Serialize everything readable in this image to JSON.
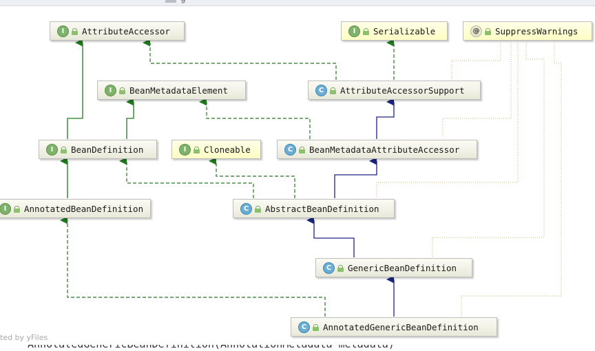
{
  "window": {
    "topbar_text": "g"
  },
  "diagram": {
    "nodes": {
      "attribute_accessor": {
        "label": "AttributeAccessor",
        "kind": "interface",
        "icon": "interface-icon"
      },
      "serializable": {
        "label": "Serializable",
        "kind": "interface",
        "icon": "interface-icon"
      },
      "suppress_warnings": {
        "label": "SuppressWarnings",
        "kind": "annotation",
        "icon": "annotation-icon"
      },
      "bean_metadata_element": {
        "label": "BeanMetadataElement",
        "kind": "interface",
        "icon": "interface-icon"
      },
      "attribute_accessor_support": {
        "label": "AttributeAccessorSupport",
        "kind": "abstract-class",
        "icon": "abstract-class-icon"
      },
      "bean_definition": {
        "label": "BeanDefinition",
        "kind": "interface",
        "icon": "interface-icon"
      },
      "cloneable": {
        "label": "Cloneable",
        "kind": "interface",
        "icon": "interface-icon"
      },
      "bean_metadata_attribute_accessor": {
        "label": "BeanMetadataAttributeAccessor",
        "kind": "class",
        "icon": "class-icon"
      },
      "annotated_bean_definition": {
        "label": "AnnotatedBeanDefinition",
        "kind": "interface",
        "icon": "interface-icon"
      },
      "abstract_bean_definition": {
        "label": "AbstractBeanDefinition",
        "kind": "abstract-class",
        "icon": "abstract-class-icon"
      },
      "generic_bean_definition": {
        "label": "GenericBeanDefinition",
        "kind": "class",
        "icon": "class-icon"
      },
      "annotated_generic_bean_definition": {
        "label": "AnnotatedGenericBeanDefinition",
        "kind": "class",
        "icon": "class-icon"
      }
    },
    "badges": {
      "interface": "I",
      "class": "C",
      "abstract_class": "C",
      "annotation": "@"
    },
    "colors": {
      "extends_interface": "#1d7a1d",
      "implements": "#1d7a1d",
      "extends_class": "#1a237e",
      "annotation_usage": "#c9b36b",
      "node_border": "#bdbdbd",
      "interface_fill_light": "#fdfdc4"
    }
  },
  "footer": {
    "watermark": "ted by yFiles",
    "cut_text": "AnnotatedGenericBeanDefinition(AnnotationMetadata metadata)"
  }
}
